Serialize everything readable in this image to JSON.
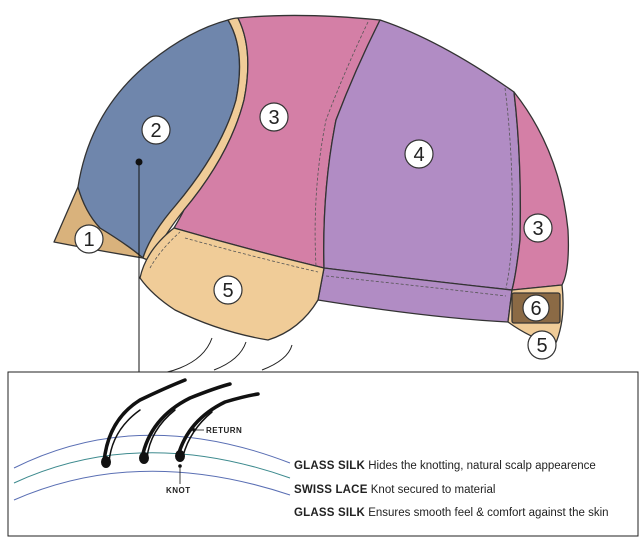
{
  "panels": [
    {
      "id": "1",
      "label": "1",
      "color": "#d9b27c"
    },
    {
      "id": "2",
      "label": "2",
      "color": "#6f86ac"
    },
    {
      "id": "3",
      "label": "3",
      "color": "#d47fa6"
    },
    {
      "id": "4",
      "label": "4",
      "color": "#b18cc4"
    },
    {
      "id": "5",
      "label": "5",
      "color": "#f0cc98"
    },
    {
      "id": "6",
      "label": "6",
      "color": "#8b6a45"
    }
  ],
  "detail": {
    "return_label": "RETURN",
    "knot_label": "KNOT",
    "legend": [
      {
        "material": "GLASS SILK",
        "description": "Hides the knotting, natural scalp appearence"
      },
      {
        "material": "SWISS LACE",
        "description": "Knot secured to material"
      },
      {
        "material": "GLASS SILK",
        "description": "Ensures smooth feel & comfort against the skin"
      }
    ]
  }
}
